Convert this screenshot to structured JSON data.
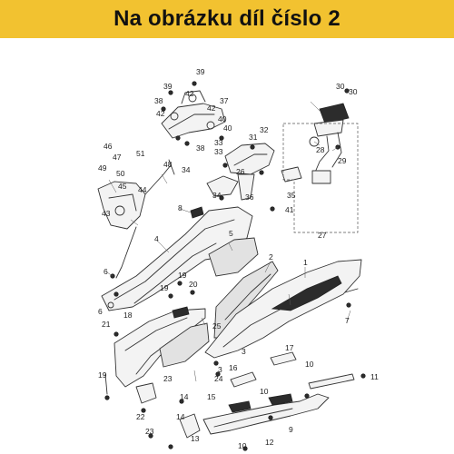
{
  "banner": {
    "text": "Na obrázku díl číslo 2",
    "color": "#f2c230"
  },
  "callouts": [
    "1",
    "2",
    "3",
    "3",
    "4",
    "5",
    "6",
    "6",
    "7",
    "8",
    "9",
    "10",
    "10",
    "10",
    "11",
    "12",
    "13",
    "14",
    "14",
    "15",
    "16",
    "17",
    "18",
    "19",
    "19",
    "19",
    "20",
    "21",
    "22",
    "23",
    "23",
    "24",
    "25",
    "26",
    "27",
    "28",
    "29",
    "30",
    "30",
    "31",
    "32",
    "33",
    "33",
    "34",
    "34",
    "35",
    "36",
    "37",
    "38",
    "38",
    "39",
    "39",
    "40",
    "40",
    "41",
    "42",
    "42",
    "42",
    "43",
    "44",
    "45",
    "46",
    "47",
    "48",
    "49",
    "50",
    "51"
  ]
}
